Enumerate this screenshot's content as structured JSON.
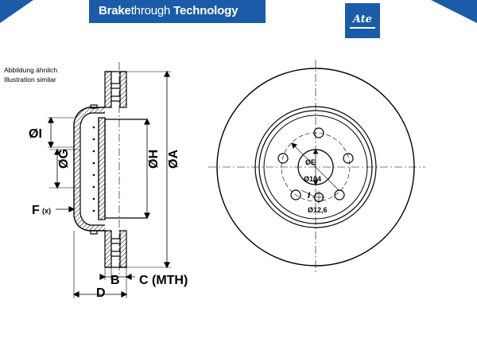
{
  "header": {
    "title_bold": "Brake",
    "title_rest": "through Technology",
    "title_tail": "Technology",
    "logo_text": "Ate"
  },
  "notes": {
    "line1": "Abbildung ähnlich",
    "line2": "Illustration similar"
  },
  "side_view": {
    "label_I": "ØI",
    "label_G": "ØG",
    "label_F": "F",
    "label_F_sub": "(x)",
    "label_H": "ØH",
    "label_A": "ØA",
    "label_B": "B",
    "label_C": "C (MTH)",
    "label_D": "D"
  },
  "front_view": {
    "label_E": "ØE",
    "label_104": "Ø104",
    "label_I": "I",
    "label_126": "Ø12,6"
  },
  "colors": {
    "brand_blue": "#1a5ca8",
    "line": "#000000"
  }
}
